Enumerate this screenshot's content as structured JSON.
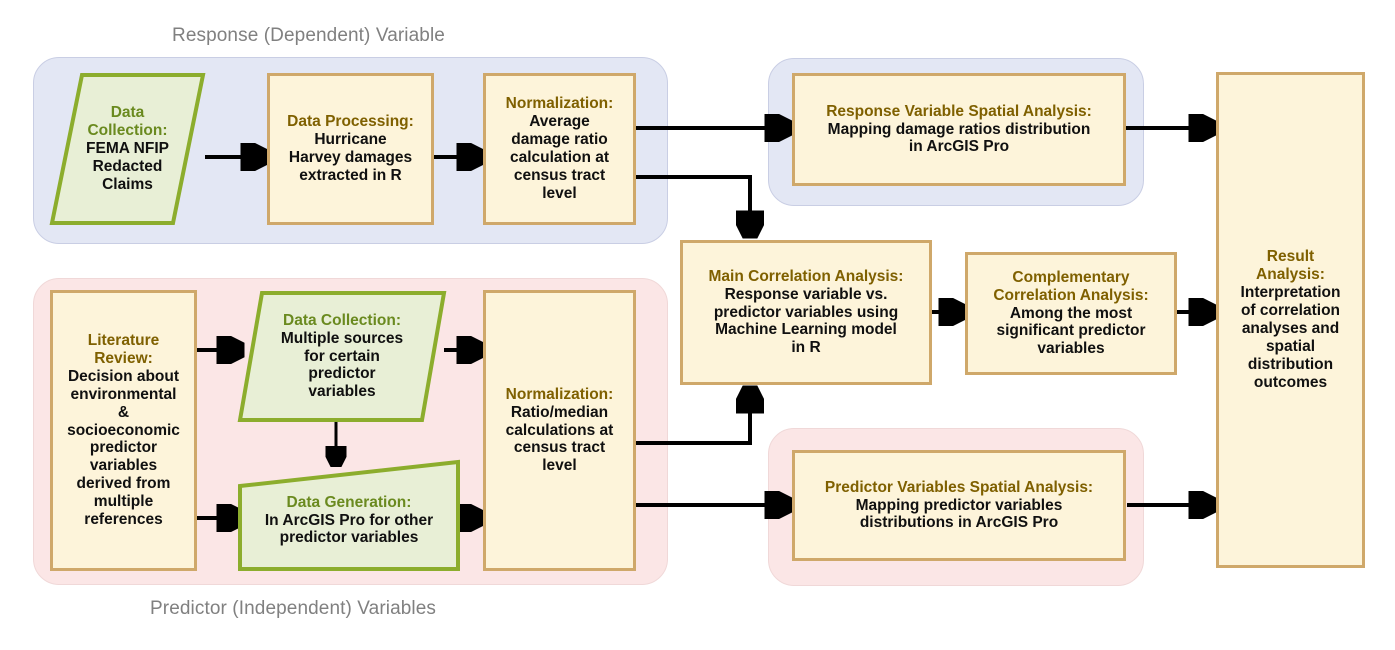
{
  "figure": {
    "type": "flowchart",
    "title_top": "Response (Dependent) Variable",
    "title_bottom": "Predictor (Independent) Variables"
  },
  "colors": {
    "panel_blue": "#e3e7f4",
    "panel_pink": "#fbe6e6",
    "node_fill": "#fdf4da",
    "node_border": "#cfa86a",
    "node_heading_text": "#7f6000",
    "node_body_text": "#101010",
    "shape_fill": "#e8efd6",
    "shape_border": "#8cad2d",
    "shape_heading_text": "#6a8a1f",
    "caption_text": "#808080",
    "arrow": "#000000"
  },
  "nodes": {
    "data_collection_response": {
      "shape": "parallelogram",
      "heading": "Data\nCollection:",
      "body": "FEMA NFIP\nRedacted\nClaims"
    },
    "data_processing": {
      "shape": "rect",
      "heading": "Data Processing:",
      "body": "Hurricane\nHarvey damages\nextracted in R"
    },
    "normalization_response": {
      "shape": "rect",
      "heading": "Normalization:",
      "body": "Average\ndamage ratio\ncalculation at\ncensus tract\nlevel"
    },
    "literature_review": {
      "shape": "rect",
      "heading": "Literature\nReview:",
      "body": "Decision about\nenvironmental\n&\nsocioeconomic\npredictor\nvariables\nderived from\nmultiple\nreferences"
    },
    "data_collection_predictor": {
      "shape": "parallelogram",
      "heading": "Data Collection:",
      "body": "Multiple sources\nfor certain\npredictor\nvariables"
    },
    "data_generation": {
      "shape": "trapezoid",
      "heading": "Data Generation:",
      "body": "In ArcGIS Pro for other\npredictor variables"
    },
    "normalization_predictor": {
      "shape": "rect",
      "heading": "Normalization:",
      "body": "Ratio/median\ncalculations at\ncensus tract\nlevel"
    },
    "response_spatial_analysis": {
      "shape": "rect",
      "heading": "Response Variable Spatial Analysis:",
      "body": "Mapping damage ratios distribution\nin ArcGIS Pro"
    },
    "main_correlation_analysis": {
      "shape": "rect",
      "heading": "Main Correlation Analysis:",
      "body": "Response variable vs.\npredictor variables using\nMachine Learning model\nin R"
    },
    "complementary_correlation_analysis": {
      "shape": "rect",
      "heading": "Complementary\nCorrelation Analysis:",
      "body": "Among the most\nsignificant predictor\nvariables"
    },
    "predictor_spatial_analysis": {
      "shape": "rect",
      "heading": "Predictor Variables Spatial Analysis:",
      "body": "Mapping predictor variables\ndistributions in ArcGIS Pro"
    },
    "result_analysis": {
      "shape": "rect",
      "heading": "Result\nAnalysis:",
      "body": "Interpretation\nof correlation\nanalyses and\nspatial\ndistribution\noutcomes"
    }
  }
}
